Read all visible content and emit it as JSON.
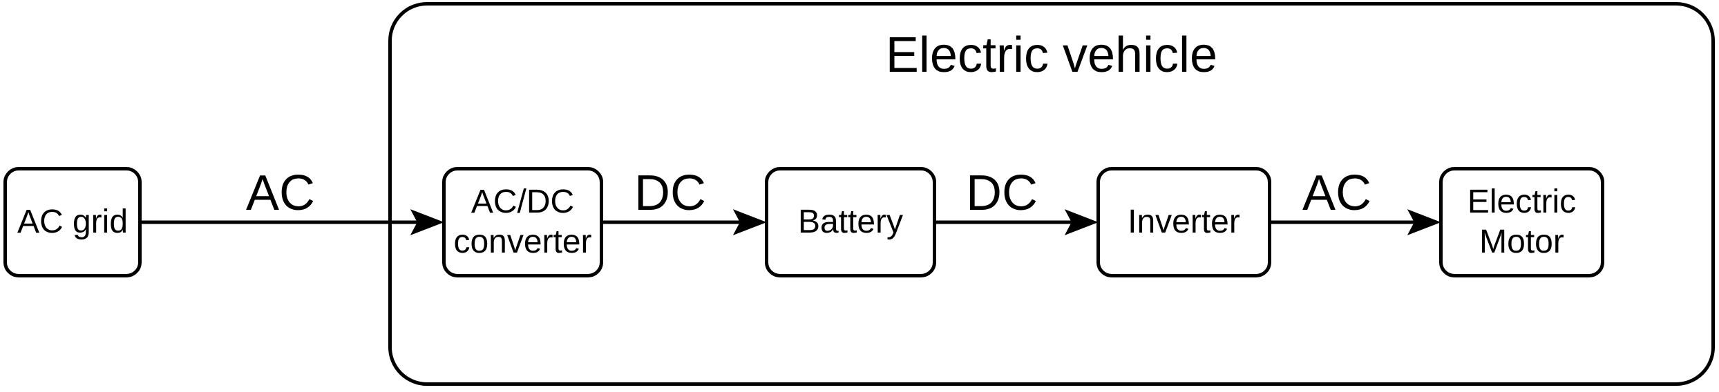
{
  "diagram": {
    "title": "Electric vehicle",
    "nodes": [
      {
        "id": "ac-grid",
        "label": "AC grid"
      },
      {
        "id": "acdc-converter",
        "label": "AC/DC converter"
      },
      {
        "id": "battery",
        "label": "Battery"
      },
      {
        "id": "inverter",
        "label": "Inverter"
      },
      {
        "id": "electric-motor",
        "label": "Electric Motor"
      }
    ],
    "edges": [
      {
        "from": "ac-grid",
        "to": "acdc-converter",
        "label": "AC"
      },
      {
        "from": "acdc-converter",
        "to": "battery",
        "label": "DC"
      },
      {
        "from": "battery",
        "to": "inverter",
        "label": "DC"
      },
      {
        "from": "inverter",
        "to": "electric-motor",
        "label": "AC"
      }
    ],
    "colors": {
      "stroke": "#000000",
      "background": "#ffffff"
    }
  }
}
